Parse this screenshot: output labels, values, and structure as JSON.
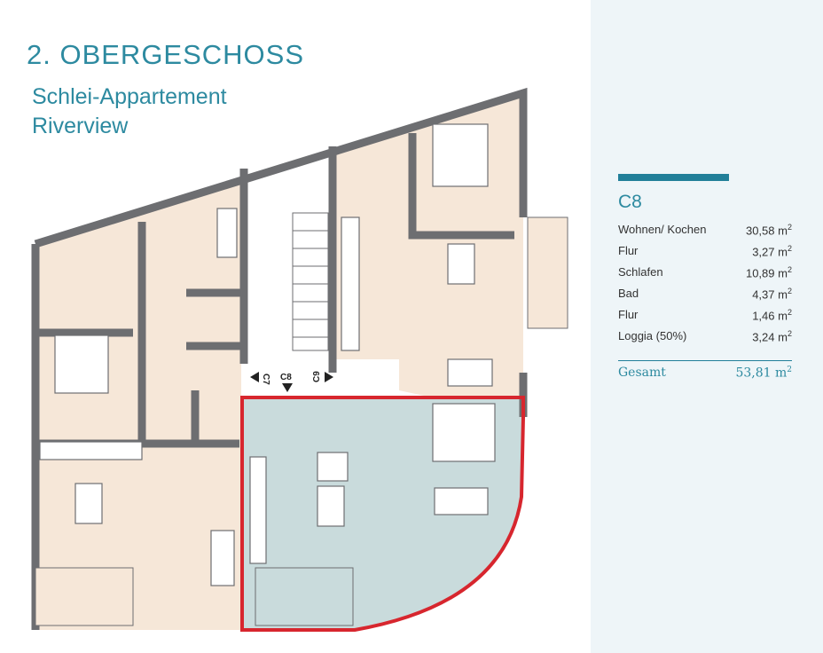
{
  "header": {
    "floor_title": "2. OBERGESCHOSS",
    "subtitle_line1": "Schlei-Appartement",
    "subtitle_line2": "Riverview"
  },
  "plan": {
    "unit_labels": [
      "C7",
      "C8",
      "C9"
    ],
    "highlight_color": "#d7262e",
    "highlight_fill": "#c9dbdc",
    "other_fill": "#f6e7d8",
    "wall_color": "#6d6e71"
  },
  "panel": {
    "unit": "C8",
    "rooms": [
      {
        "name": "Wohnen/ Kochen",
        "area": "30,58",
        "unit": "m",
        "exp": "2"
      },
      {
        "name": "Flur",
        "area": "3,27",
        "unit": "m",
        "exp": "2"
      },
      {
        "name": "Schlafen",
        "area": "10,89",
        "unit": "m",
        "exp": "2"
      },
      {
        "name": "Bad",
        "area": "4,37",
        "unit": "m",
        "exp": "2"
      },
      {
        "name": "Flur",
        "area": "1,46",
        "unit": "m",
        "exp": "2"
      },
      {
        "name": "Loggia (50%)",
        "area": "3,24",
        "unit": "m",
        "exp": "2"
      }
    ],
    "total_label": "Gesamt",
    "total_area": "53,81",
    "total_unit": "m",
    "total_exp": "2"
  }
}
